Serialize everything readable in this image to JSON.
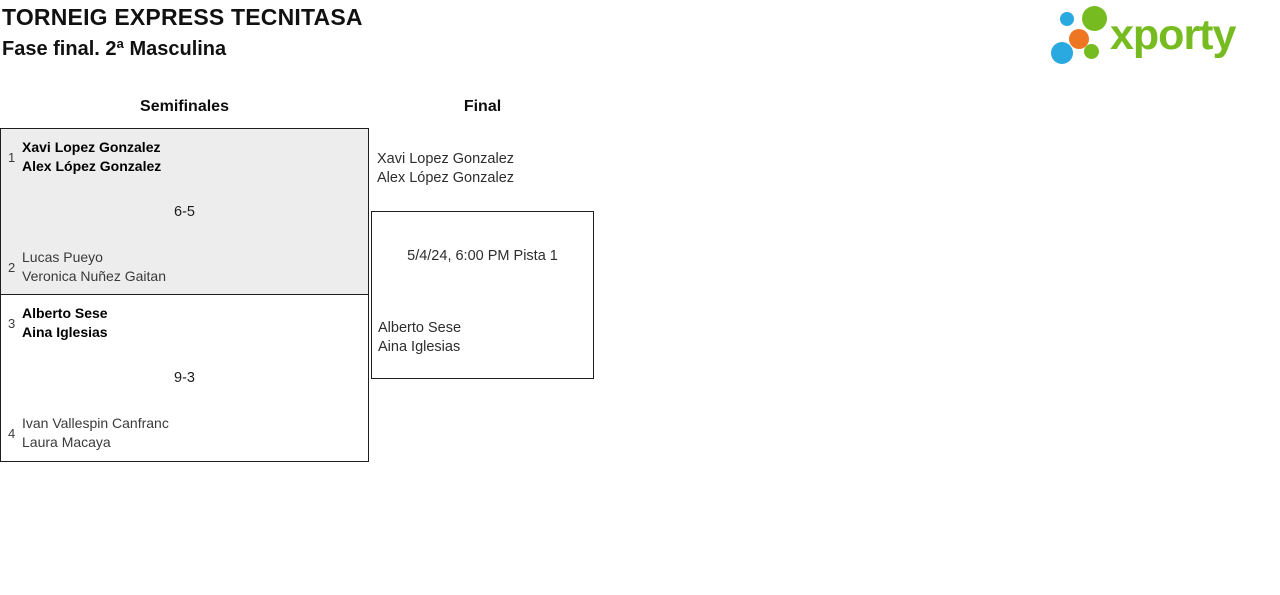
{
  "header": {
    "title": "TORNEIG EXPRESS TECNITASA",
    "subtitle": "Fase final. 2ª Masculina"
  },
  "logo": {
    "wordmark": "xporty",
    "colors": {
      "green": "#76bc21",
      "blue": "#29a9e0",
      "orange": "#ee7623"
    }
  },
  "bracket": {
    "rounds": [
      {
        "label": "Semifinales"
      },
      {
        "label": "Final"
      }
    ],
    "semifinals": [
      {
        "score": "6-5",
        "highlight_color": "#ededed",
        "team1": {
          "seed": "1",
          "players": [
            "Xavi Lopez Gonzalez",
            "Alex López Gonzalez"
          ],
          "winner": true
        },
        "team2": {
          "seed": "2",
          "players": [
            "Lucas Pueyo",
            "Veronica Nuñez Gaitan"
          ],
          "winner": false
        }
      },
      {
        "score": "9-3",
        "team1": {
          "seed": "3",
          "players": [
            "Alberto Sese",
            "Aina Iglesias"
          ],
          "winner": true
        },
        "team2": {
          "seed": "4",
          "players": [
            "Ivan Vallespin Canfranc",
            "Laura Macaya"
          ],
          "winner": false
        }
      }
    ],
    "final": {
      "info": "5/4/24, 6:00 PM Pista 1",
      "team1": {
        "players": [
          "Xavi Lopez Gonzalez",
          "Alex López Gonzalez"
        ]
      },
      "team2": {
        "players": [
          "Alberto Sese",
          "Aina Iglesias"
        ]
      }
    }
  }
}
